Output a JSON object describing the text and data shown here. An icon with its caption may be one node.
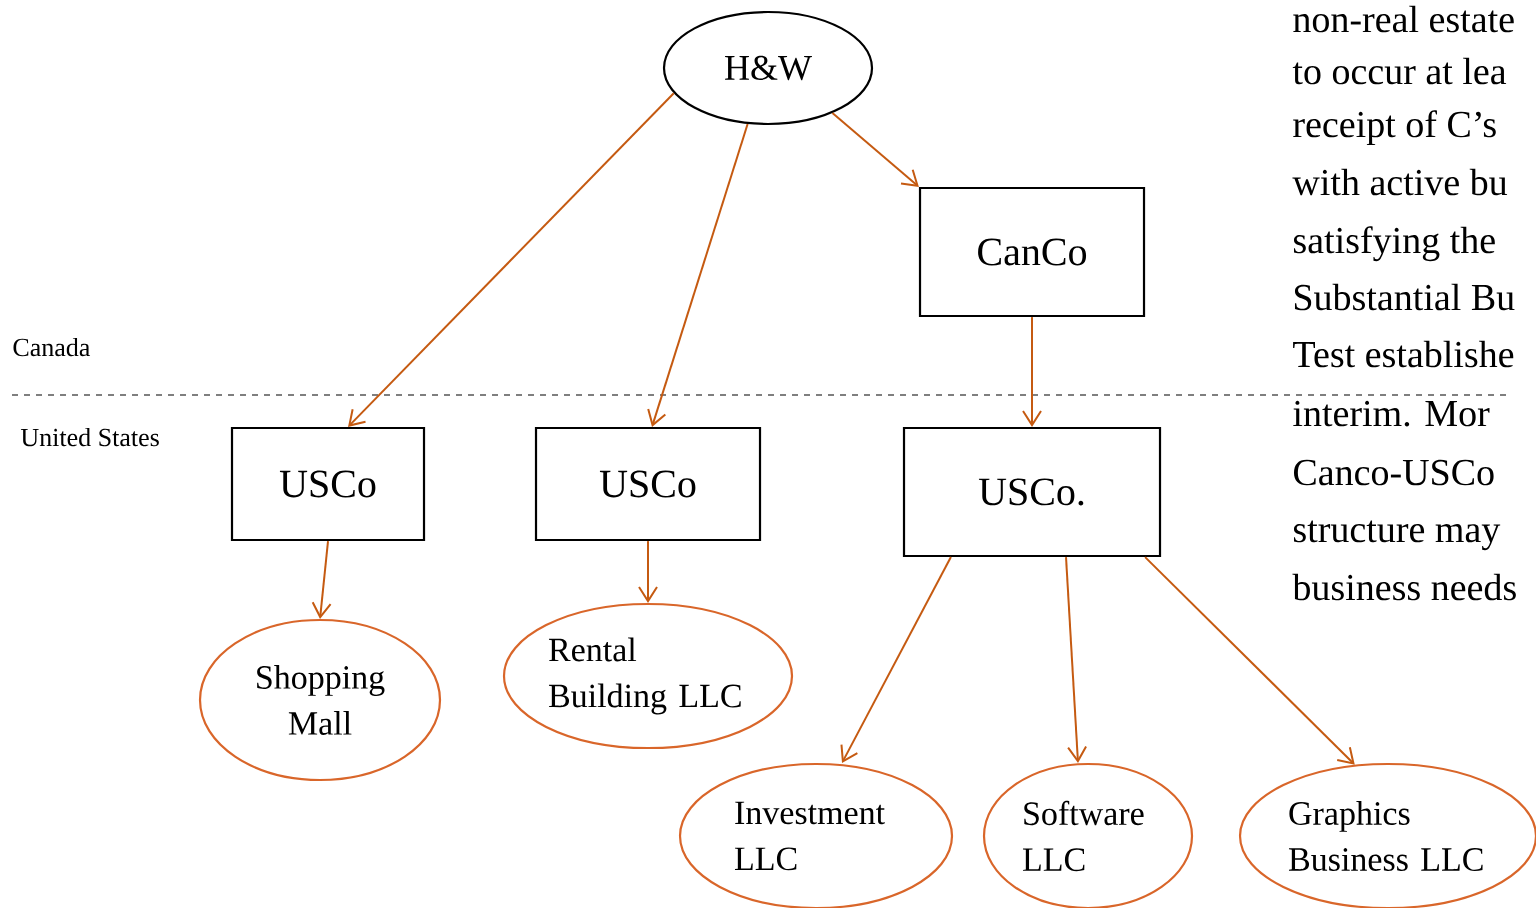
{
  "diagram": {
    "nodes": [
      {
        "text": [
          "H&W"
        ]
      },
      {
        "text": [
          "CanCo"
        ]
      },
      {
        "text": [
          "USCo"
        ]
      },
      {
        "text": [
          "USCo"
        ]
      },
      {
        "text": [
          "USCo."
        ]
      },
      {
        "text": [
          "Shopping Mall"
        ]
      },
      {
        "text": [
          "Rental Building LLC"
        ]
      },
      {
        "text": [
          "Investment LLC"
        ]
      },
      {
        "text": [
          "Software LLC"
        ]
      },
      {
        "text": [
          "Graphics Business LLC"
        ]
      }
    ],
    "edges": [
      {
        "from": 0,
        "to": 2,
        "arrow": "to"
      },
      {
        "from": 0,
        "to": 3,
        "arrow": "to"
      },
      {
        "from": 0,
        "to": 1,
        "arrow": "to"
      },
      {
        "from": 1,
        "to": 4,
        "arrow": "to"
      },
      {
        "from": 2,
        "to": 5,
        "arrow": "to"
      },
      {
        "from": 3,
        "to": 6,
        "arrow": "to"
      },
      {
        "from": 4,
        "to": 7,
        "arrow": "to"
      },
      {
        "from": 4,
        "to": 8,
        "arrow": "to"
      },
      {
        "from": 4,
        "to": 9,
        "arrow": "to"
      }
    ],
    "labels": [
      "non-real estate",
      "to occur at lea",
      "receipt of C’s",
      "with active bu",
      "satisfying the",
      "Substantial Bu",
      "Test establishe",
      "Canada",
      "United States",
      "interim.   Mor",
      "Canco-USCo",
      "structure may",
      "business needs"
    ]
  }
}
